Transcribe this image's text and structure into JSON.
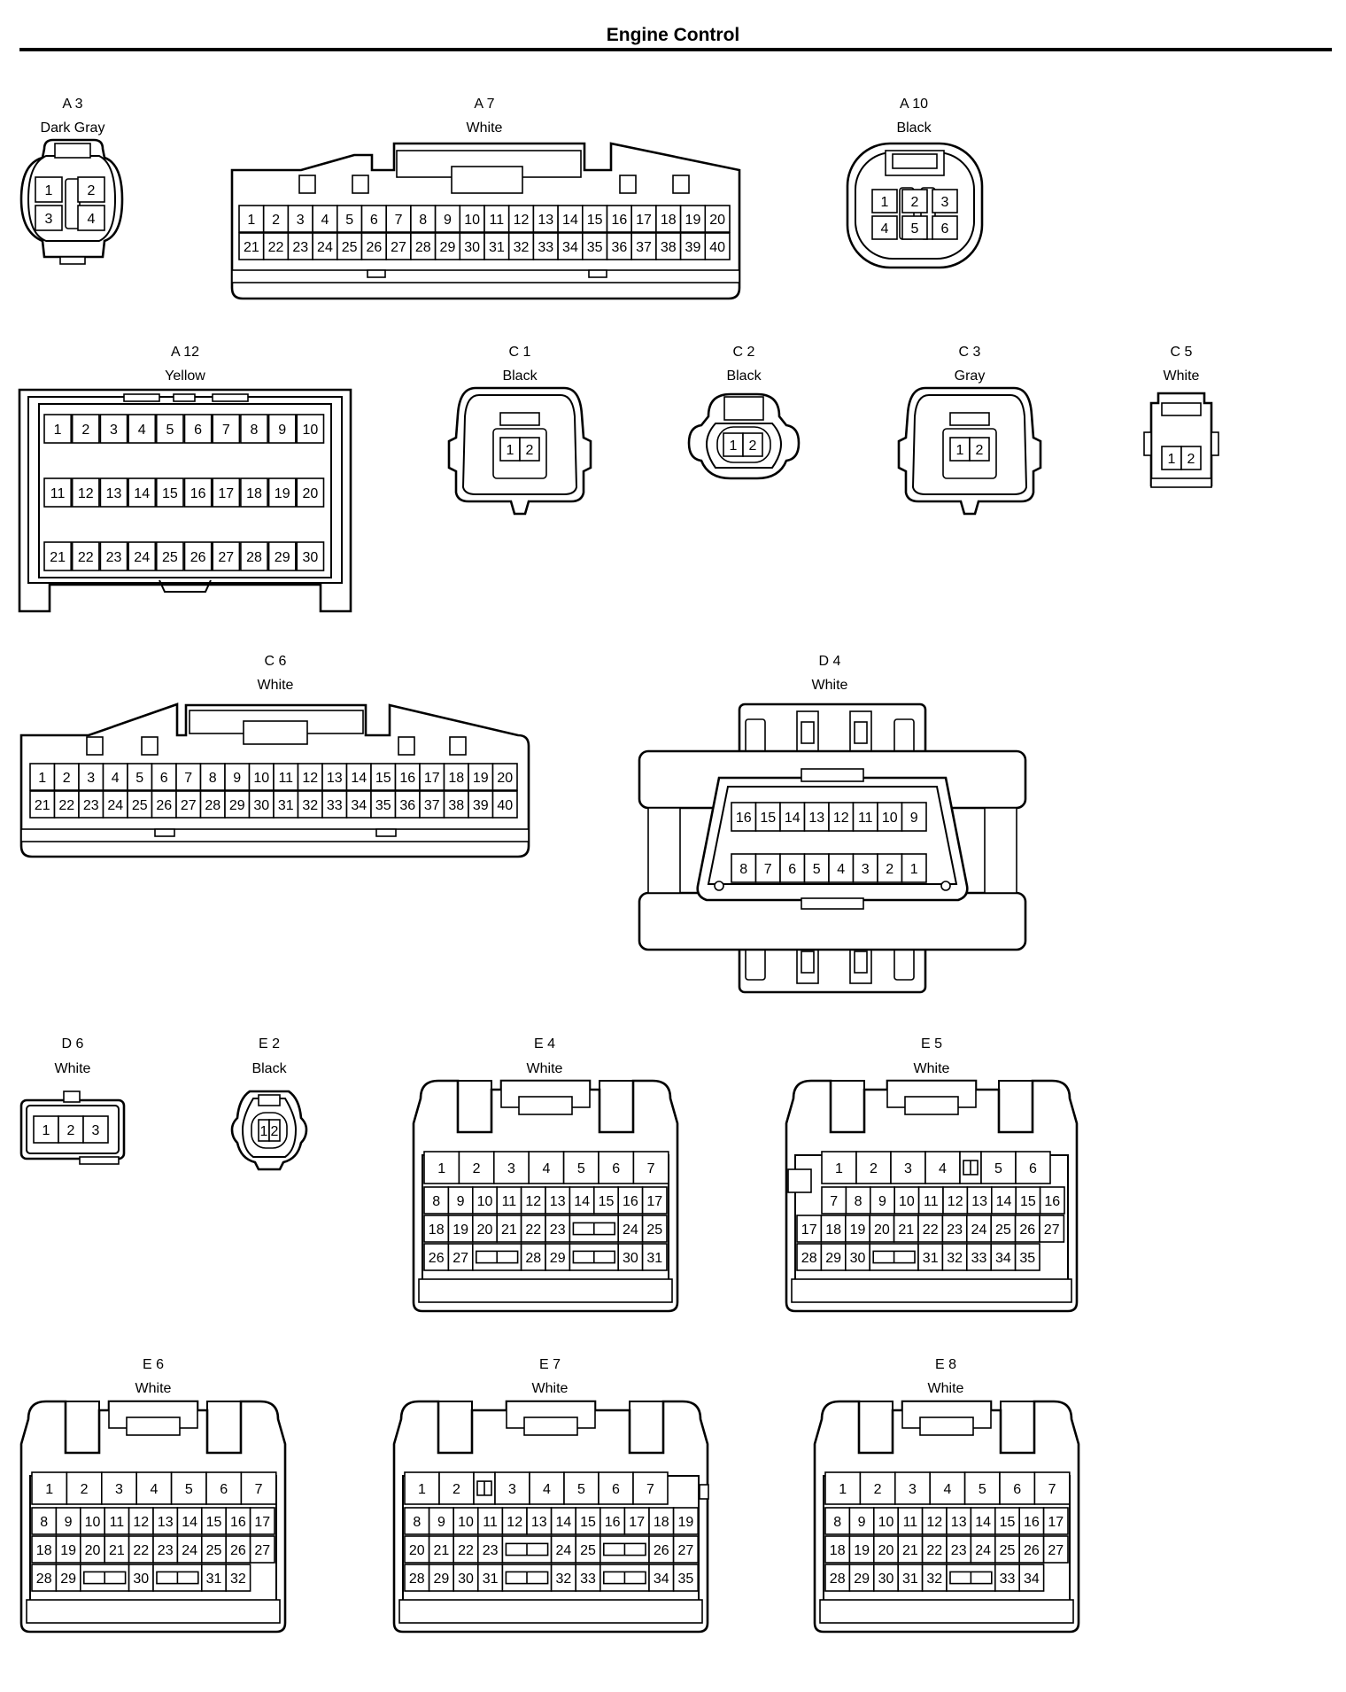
{
  "page": {
    "title": "Engine Control"
  },
  "connectors": [
    {
      "id": "A 3",
      "color": "Dark Gray",
      "rows": [
        [
          "1",
          "2"
        ],
        [
          "3",
          "4"
        ]
      ]
    },
    {
      "id": "A 7",
      "color": "White",
      "rows": [
        [
          "1",
          "2",
          "3",
          "4",
          "5",
          "6",
          "7",
          "8",
          "9",
          "10",
          "11",
          "12",
          "13",
          "14",
          "15",
          "16",
          "17",
          "18",
          "19",
          "20"
        ],
        [
          "21",
          "22",
          "23",
          "24",
          "25",
          "26",
          "27",
          "28",
          "29",
          "30",
          "31",
          "32",
          "33",
          "34",
          "35",
          "36",
          "37",
          "38",
          "39",
          "40"
        ]
      ]
    },
    {
      "id": "A 10",
      "color": "Black",
      "rows": [
        [
          "1",
          "2",
          "3"
        ],
        [
          "4",
          "5",
          "6"
        ]
      ]
    },
    {
      "id": "A 12",
      "color": "Yellow",
      "rows": [
        [
          "1",
          "2",
          "3",
          "4",
          "5",
          "6",
          "7",
          "8",
          "9",
          "10"
        ],
        [
          "11",
          "12",
          "13",
          "14",
          "15",
          "16",
          "17",
          "18",
          "19",
          "20"
        ],
        [
          "21",
          "22",
          "23",
          "24",
          "25",
          "26",
          "27",
          "28",
          "29",
          "30"
        ]
      ]
    },
    {
      "id": "C 1",
      "color": "Black",
      "rows": [
        [
          "1",
          "2"
        ]
      ]
    },
    {
      "id": "C 2",
      "color": "Black",
      "rows": [
        [
          "1",
          "2"
        ]
      ]
    },
    {
      "id": "C 3",
      "color": "Gray",
      "rows": [
        [
          "1",
          "2"
        ]
      ]
    },
    {
      "id": "C 5",
      "color": "White",
      "rows": [
        [
          "1",
          "2"
        ]
      ]
    },
    {
      "id": "C 6",
      "color": "White",
      "rows": [
        [
          "1",
          "2",
          "3",
          "4",
          "5",
          "6",
          "7",
          "8",
          "9",
          "10",
          "11",
          "12",
          "13",
          "14",
          "15",
          "16",
          "17",
          "18",
          "19",
          "20"
        ],
        [
          "21",
          "22",
          "23",
          "24",
          "25",
          "26",
          "27",
          "28",
          "29",
          "30",
          "31",
          "32",
          "33",
          "34",
          "35",
          "36",
          "37",
          "38",
          "39",
          "40"
        ]
      ]
    },
    {
      "id": "D 4",
      "color": "White",
      "rows": [
        [
          "16",
          "15",
          "14",
          "13",
          "12",
          "11",
          "10",
          "9"
        ],
        [
          "8",
          "7",
          "6",
          "5",
          "4",
          "3",
          "2",
          "1"
        ]
      ]
    },
    {
      "id": "D 6",
      "color": "White",
      "rows": [
        [
          "1",
          "2",
          "3"
        ]
      ]
    },
    {
      "id": "E 2",
      "color": "Black",
      "rows": [
        [
          "1",
          "2"
        ]
      ]
    },
    {
      "id": "E 4",
      "color": "White",
      "rows": [
        [
          "1",
          "2",
          "3",
          "4",
          "5",
          "6",
          "7"
        ],
        [
          "8",
          "9",
          "10",
          "11",
          "12",
          "13",
          "14",
          "15",
          "16",
          "17"
        ],
        [
          "18",
          "19",
          "20",
          "21",
          "22",
          "23",
          "",
          "24",
          "25"
        ],
        [
          "26",
          "27",
          "",
          "28",
          "29",
          "",
          "30",
          "31"
        ]
      ]
    },
    {
      "id": "E 5",
      "color": "White",
      "rows": [
        [
          "1",
          "2",
          "3",
          "4",
          "",
          "5",
          "6"
        ],
        [
          "7",
          "8",
          "9",
          "10",
          "11",
          "12",
          "13",
          "14",
          "15",
          "16"
        ],
        [
          "17",
          "18",
          "19",
          "20",
          "21",
          "22",
          "23",
          "24",
          "25",
          "26",
          "27"
        ],
        [
          "28",
          "29",
          "30",
          "",
          "31",
          "32",
          "33",
          "34",
          "35"
        ]
      ]
    },
    {
      "id": "E 6",
      "color": "White",
      "rows": [
        [
          "1",
          "2",
          "3",
          "4",
          "5",
          "6",
          "7"
        ],
        [
          "8",
          "9",
          "10",
          "11",
          "12",
          "13",
          "14",
          "15",
          "16",
          "17"
        ],
        [
          "18",
          "19",
          "20",
          "21",
          "22",
          "23",
          "24",
          "25",
          "26",
          "27"
        ],
        [
          "28",
          "29",
          "",
          "30",
          "",
          "31",
          "32"
        ]
      ]
    },
    {
      "id": "E 7",
      "color": "White",
      "rows": [
        [
          "1",
          "2",
          "",
          "3",
          "4",
          "5",
          "6",
          "7"
        ],
        [
          "8",
          "9",
          "10",
          "11",
          "12",
          "13",
          "14",
          "15",
          "16",
          "17",
          "18",
          "19"
        ],
        [
          "20",
          "21",
          "22",
          "23",
          "",
          "24",
          "25",
          "",
          "26",
          "27"
        ],
        [
          "28",
          "29",
          "30",
          "31",
          "",
          "32",
          "33",
          "",
          "34",
          "35"
        ]
      ]
    },
    {
      "id": "E 8",
      "color": "White",
      "rows": [
        [
          "1",
          "2",
          "3",
          "4",
          "5",
          "6",
          "7"
        ],
        [
          "8",
          "9",
          "10",
          "11",
          "12",
          "13",
          "14",
          "15",
          "16",
          "17"
        ],
        [
          "18",
          "19",
          "20",
          "21",
          "22",
          "23",
          "24",
          "25",
          "26",
          "27"
        ],
        [
          "28",
          "29",
          "30",
          "31",
          "32",
          "",
          "33",
          "34"
        ]
      ]
    }
  ]
}
